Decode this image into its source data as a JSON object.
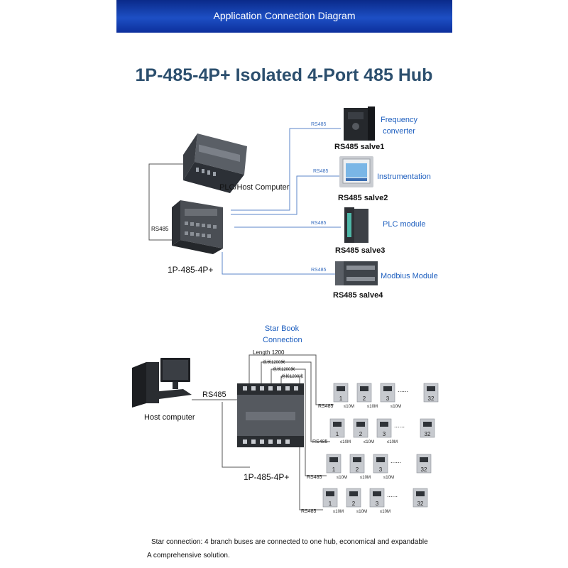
{
  "banner": {
    "title": "Application Connection Diagram"
  },
  "top": {
    "title": "1P-485-4P+ Isolated 4-Port 485 Hub",
    "plc_label": "PLC/Host Computer",
    "hub_label": "1P-485-4P+",
    "link_label": "RS485",
    "slaves": [
      {
        "tag": "RS485",
        "device": "Frequency converter",
        "device_line1": "Frequency",
        "device_line2": "converter",
        "name": "RS485 salve1"
      },
      {
        "tag": "RS485",
        "device": "Instrumentation",
        "name": "RS485 salve2"
      },
      {
        "tag": "RS485",
        "device": "PLC module",
        "name": "RS485 salve3"
      },
      {
        "tag": "RS485",
        "device": "Modbius Module",
        "name": "RS485 salve4"
      }
    ]
  },
  "bottom": {
    "heading_line1": "Star Book",
    "heading_line2": "Connection",
    "host_label": "Host computer",
    "link_label": "RS485",
    "hub_label": "1P-485-4P+",
    "length_main": "Length 1200",
    "length_cn": [
      "总长1200米",
      "总长1200米",
      "总长1200米"
    ],
    "branch_label": "RS485",
    "spacing": "≤10M",
    "ellipsis": "......",
    "meter_numbers": [
      "1",
      "2",
      "3",
      "32"
    ]
  },
  "footer": {
    "line1": "Star connection: 4 branch buses are connected to one hub, economical and expandable",
    "line2": "A comprehensive solution."
  }
}
